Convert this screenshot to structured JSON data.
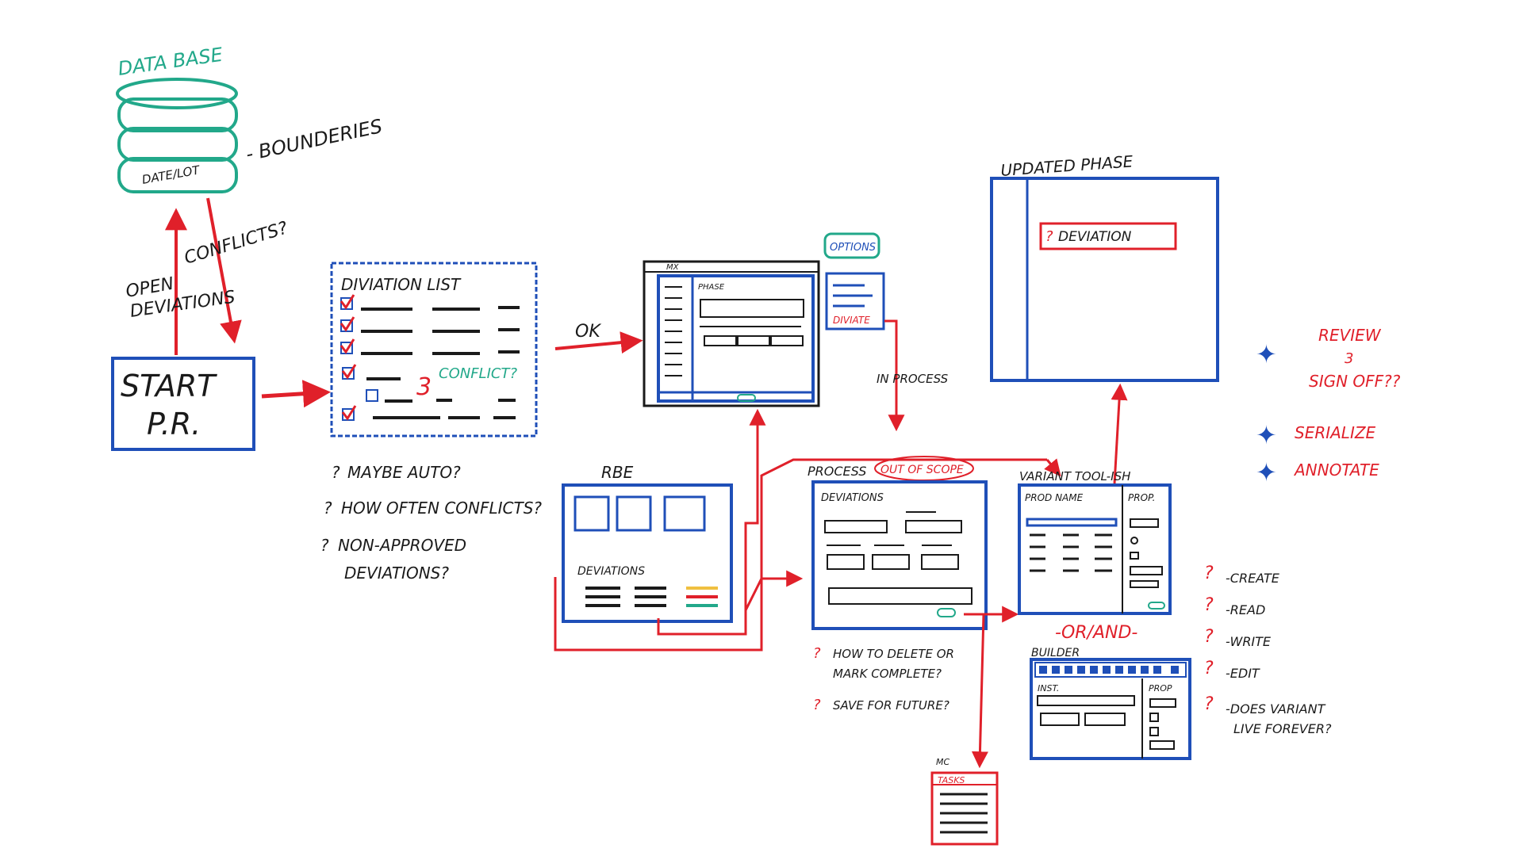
{
  "colors": {
    "ink": "#1a1a1a",
    "blue": "#1f4fb8",
    "red": "#e0202a",
    "teal": "#22a88a",
    "yellow": "#f0c040"
  },
  "database": {
    "title": "DATA BASE",
    "layer_label": "DATE/LOT",
    "boundaries": "- BOUNDERIES"
  },
  "edges": {
    "conflicts": "CONFLICTS?",
    "open": "OPEN",
    "deviations": "DEVIATIONS",
    "ok": "OK",
    "in_process": "IN PROCESS",
    "or_and": "-OR/AND-"
  },
  "start": {
    "line1": "START",
    "line2": "P.R."
  },
  "deviation_list": {
    "title": "DIVIATION LIST",
    "conflict_mark": "3",
    "conflict_label": "CONFLICT?"
  },
  "questions": {
    "q1": "MAYBE AUTO?",
    "q2": "HOW OFTEN CONFLICTS?",
    "q3a": "NON-APPROVED",
    "q3b": "DEVIATIONS?"
  },
  "mx": {
    "header": "MX",
    "phase": "PHASE"
  },
  "options": {
    "title": "OPTIONS",
    "deviate": "DIVIATE"
  },
  "updated": {
    "title": "UPDATED PHASE",
    "deviation": "DEVIATION"
  },
  "review": {
    "line1": "REVIEW",
    "line2": "3",
    "line3": "SIGN OFF??"
  },
  "features": {
    "serialize": "SERIALIZE",
    "annotate": "ANNOTATE"
  },
  "rbe": {
    "title": "RBE",
    "deviations": "DEVIATIONS"
  },
  "process": {
    "title": "PROCESS",
    "scope": "OUT OF SCOPE",
    "deviations": "DEVIATIONS"
  },
  "process_questions": {
    "q1a": "HOW TO DELETE OR",
    "q1b": "MARK COMPLETE?",
    "q2": "SAVE FOR FUTURE?"
  },
  "tasks": {
    "title": "TASKS",
    "label": "MC"
  },
  "variant": {
    "title": "VARIANT TOOL-ISH",
    "prod": "PROD NAME",
    "prop": "PROP."
  },
  "builder": {
    "title": "BUILDER",
    "inst": "INST.",
    "prop": "PROP"
  },
  "crud": {
    "create": "-CREATE",
    "read": "-READ",
    "write": "-WRITE",
    "edit": "-EDIT",
    "live1": "-DOES VARIANT",
    "live2": "LIVE FOREVER?"
  }
}
